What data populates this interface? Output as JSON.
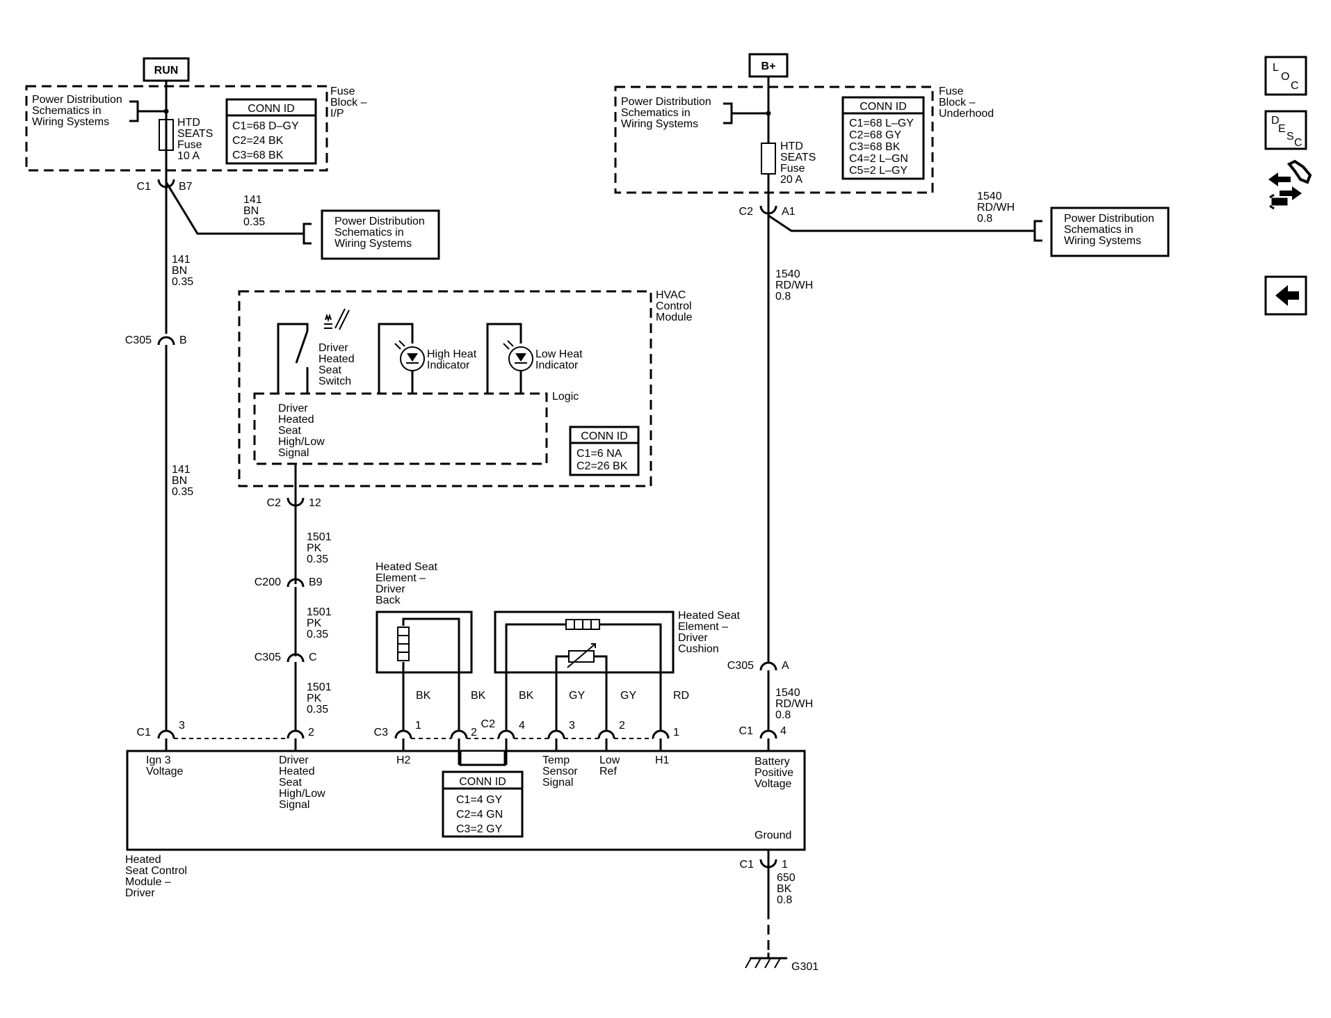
{
  "labels": {
    "run": "RUN",
    "bplus": "B+",
    "pds_left_1": "Power Distribution",
    "pds_left_2": "Schematics in",
    "pds_left_3": "Wiring Systems",
    "fb_ip_1": "Fuse",
    "fb_ip_2": "Block –",
    "fb_ip_3": "I/P",
    "fuse10_1": "HTD",
    "fuse10_2": "SEATS",
    "fuse10_3": "Fuse",
    "fuse10_4": "10 A",
    "conn_id": "CONN ID",
    "conn1_1": "C1=68 D–GY",
    "conn1_2": "C2=24 BK",
    "conn1_3": "C3=68 BK",
    "c1b7_conn": "C1",
    "c1b7_pin": "B7",
    "w141a_1": "141",
    "w141a_2": "BN",
    "w141a_3": "0.35",
    "pds_box_1": "Power Distribution",
    "pds_box_2": "Schematics in",
    "pds_box_3": "Wiring Systems",
    "w141b_1": "141",
    "w141b_2": "BN",
    "w141b_3": "0.35",
    "c305b_conn": "C305",
    "c305b_pin": "B",
    "w141c_1": "141",
    "w141c_2": "BN",
    "w141c_3": "0.35",
    "hvac_1": "HVAC",
    "hvac_2": "Control",
    "hvac_3": "Module",
    "dhss_1": "Driver",
    "dhss_2": "Heated",
    "dhss_3": "Seat",
    "dhss_4": "Switch",
    "hhi_1": "High Heat",
    "hhi_2": "Indicator",
    "lhi_1": "Low Heat",
    "lhi_2": "Indicator",
    "logic": "Logic",
    "dhsig_1": "Driver",
    "dhsig_2": "Heated",
    "dhsig_3": "Seat",
    "dhsig_4": "High/Low",
    "dhsig_5": "Signal",
    "conn2_1": "C1=6 NA",
    "conn2_2": "C2=26 BK",
    "c2_12_conn": "C2",
    "c2_12_pin": "12",
    "w1501a_1": "1501",
    "w1501a_2": "PK",
    "w1501a_3": "0.35",
    "c200_conn": "C200",
    "c200_pin": "B9",
    "w1501b_1": "1501",
    "w1501b_2": "PK",
    "w1501b_3": "0.35",
    "c305c_conn": "C305",
    "c305c_pin": "C",
    "w1501c_1": "1501",
    "w1501c_2": "PK",
    "w1501c_3": "0.35",
    "fb_uh_1": "Fuse",
    "fb_uh_2": "Block –",
    "fb_uh_3": "Underhood",
    "pds_r_1": "Power Distribution",
    "pds_r_2": "Schematics in",
    "pds_r_3": "Wiring Systems",
    "conn3_1": "C1=68 L–GY",
    "conn3_2": "C2=68 GY",
    "conn3_3": "C3=68 BK",
    "conn3_4": "C4=2 L–GN",
    "conn3_5": "C5=2 L–GY",
    "fuse20_1": "HTD",
    "fuse20_2": "SEATS",
    "fuse20_3": "Fuse",
    "fuse20_4": "20 A",
    "c2a1_conn": "C2",
    "c2a1_pin": "A1",
    "w1540a_1": "1540",
    "w1540a_2": "RD/WH",
    "w1540a_3": "0.8",
    "pds_box2_1": "Power Distribution",
    "pds_box2_2": "Schematics in",
    "pds_box2_3": "Wiring Systems",
    "w1540b_1": "1540",
    "w1540b_2": "RD/WH",
    "w1540b_3": "0.8",
    "hseb_1": "Heated Seat",
    "hseb_2": "Element –",
    "hseb_3": "Driver",
    "hseb_4": "Back",
    "hsec_1": "Heated Seat",
    "hsec_2": "Element –",
    "hsec_3": "Driver",
    "hsec_4": "Cushion",
    "c305a_conn": "C305",
    "c305a_pin": "A",
    "w1540c_1": "1540",
    "w1540c_2": "RD/WH",
    "w1540c_3": "0.8",
    "col_bk1": "BK",
    "col_bk2": "BK",
    "col_bk3": "BK",
    "col_gy1": "GY",
    "col_gy2": "GY",
    "col_rd": "RD",
    "pin_c1": "C1",
    "pin_3": "3",
    "pin_2": "2",
    "pin_c3": "C3",
    "pin_1a": "1",
    "pin_2a": "2",
    "pin_c2": "C2",
    "pin_4": "4",
    "pin_3b": "3",
    "pin_2b": "2",
    "pin_1b": "1",
    "pin_c1r": "C1",
    "pin_4r": "4",
    "mod_ign_1": "Ign 3",
    "mod_ign_2": "Voltage",
    "mod_dh_1": "Driver",
    "mod_dh_2": "Heated",
    "mod_dh_3": "Seat",
    "mod_dh_4": "High/Low",
    "mod_dh_5": "Signal",
    "mod_h2": "H2",
    "mod_temp_1": "Temp",
    "mod_temp_2": "Sensor",
    "mod_temp_3": "Signal",
    "mod_low_1": "Low",
    "mod_low_2": "Ref",
    "mod_h1": "H1",
    "mod_bat_1": "Battery",
    "mod_bat_2": "Positive",
    "mod_bat_3": "Voltage",
    "mod_gnd": "Ground",
    "conn4_1": "C1=4 GY",
    "conn4_2": "C2=4 GN",
    "conn4_3": "C3=2 GY",
    "hscm_1": "Heated",
    "hscm_2": "Seat Control",
    "hscm_3": "Module –",
    "hscm_4": "Driver",
    "c1g_conn": "C1",
    "c1g_pin": "1",
    "w650_1": "650",
    "w650_2": "BK",
    "w650_3": "0.8",
    "g301": "G301"
  },
  "nav": {
    "loc": {
      "l": "L",
      "o": "O",
      "c": "C"
    },
    "desc": {
      "d": "D",
      "e": "E",
      "s": "S",
      "c": "C"
    }
  },
  "icons": [
    "loc-button",
    "desc-button",
    "connector-tools-icon",
    "back-arrow-icon",
    "seat-heater-icon",
    "led-icon",
    "fuse-icon",
    "ground-icon"
  ]
}
